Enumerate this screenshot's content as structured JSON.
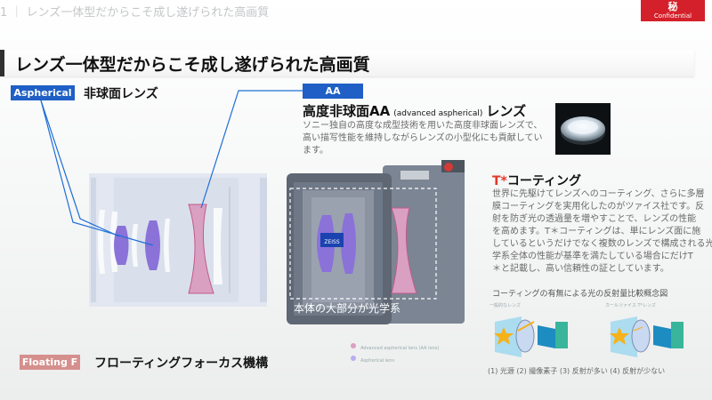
{
  "header": {
    "text": "1 ｜ レンズ一体型だからこそ成し遂げられた高画質",
    "badge_main": "秘",
    "badge_sub": "Confidential"
  },
  "title": "レンズ一体型だからこそ成し遂げられた高画質",
  "aspherical": {
    "tag": "Aspherical",
    "label": "非球面レンズ"
  },
  "aa": {
    "tag": "AA",
    "heading_main": "高度非球面AA",
    "heading_sub": "(advanced aspherical)",
    "heading_tail": "レンズ",
    "desc": [
      "ソニー独自の高度な成型技術を用いた高度非球面レンズで、",
      "高い描写性能を維持しながらレンズの小型化にも貢献してい",
      "ます。"
    ]
  },
  "tstar": {
    "mark": "T*",
    "heading": "コーティング",
    "desc": [
      "世界に先駆けてレンズへのコーティング、さらに多層",
      "膜コーティングを実用化したのがツァイス社です。反",
      "射を防ぎ光の透過量を増やすことで、レンズの性能",
      "を高めます。T＊コーティングは、単にレンズ面に施",
      "しているというだけでなく複数のレンズで構成される光",
      "学系全体の性能が基準を満たしている場合にだけT",
      "＊と記載し、高い信頼性の証としています。"
    ]
  },
  "camera": {
    "caption": "本体の大部分が光学系",
    "brand": "ZEISS"
  },
  "comparison": {
    "title": "コーティングの有無による光の反射量比較概念図",
    "left_label": "一般的なレンズ",
    "right_label": "カールツァイス T*レンズ",
    "legend": "(1) 光源 (2) 撮像素子 (3) 反射が多い (4) 反射が少ない"
  },
  "floating": {
    "tag": "Floating F",
    "label": "フローティングフォーカス機構"
  },
  "legend_items": [
    "Advanced aspherical lens (AA lens)",
    "Aspherical lens"
  ],
  "colors": {
    "accent_blue": "#1f5fc6",
    "confidential_red": "#d4202a",
    "floating_pink": "#d5908d",
    "tstar_red": "#e03a2a",
    "aspherical_purple": "#8a72d8",
    "aa_magenta": "#c25a8a"
  }
}
